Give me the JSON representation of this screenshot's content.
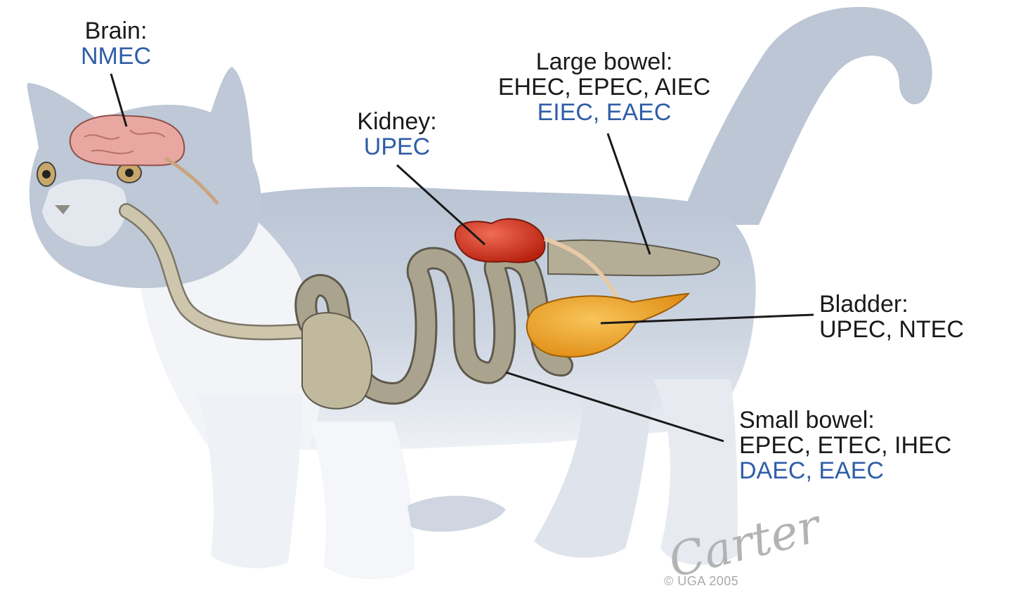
{
  "labels": {
    "brain": {
      "title": "Brain:",
      "agents_blue": "NMEC"
    },
    "kidney": {
      "title": "Kidney:",
      "agents_blue": "UPEC"
    },
    "large_bowel": {
      "title": "Large bowel:",
      "agents_black": "EHEC, EPEC, AIEC",
      "agents_blue": "EIEC, EAEC"
    },
    "bladder": {
      "title": "Bladder:",
      "agents_black": "UPEC, NTEC"
    },
    "small_bowel": {
      "title": "Small bowel:",
      "agents_black": "EPEC, ETEC, IHEC",
      "agents_blue": "DAEC, EAEC"
    }
  },
  "credits": {
    "signature": "Carter",
    "copyright": "© UGA 2005"
  },
  "colors": {
    "label_text": "#1a1a1a",
    "agent_blue": "#2f5da8",
    "kidney": "#c8321d",
    "bladder": "#eba437",
    "bowel": "#aaa48e",
    "brain": "#e9a7a1",
    "fur": "#c4cedb"
  }
}
